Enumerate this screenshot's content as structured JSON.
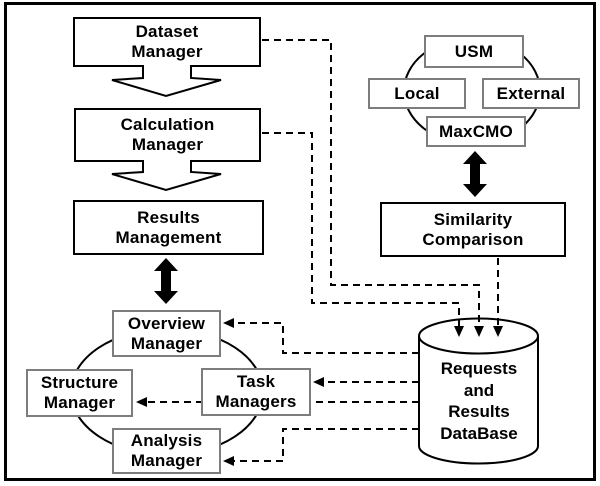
{
  "diagram_title": "",
  "boxes": {
    "dataset": {
      "line1": "Dataset",
      "line2": "Manager"
    },
    "calculation": {
      "line1": "Calculation",
      "line2": "Manager"
    },
    "results": {
      "line1": "Results",
      "line2": "Management"
    },
    "usm": {
      "line1": "USM"
    },
    "local": {
      "line1": "Local"
    },
    "external": {
      "line1": "External"
    },
    "maxcmo": {
      "line1": "MaxCMO"
    },
    "similarity": {
      "line1": "Similarity",
      "line2": "Comparison"
    },
    "overview": {
      "line1": "Overview",
      "line2": "Manager"
    },
    "structure": {
      "line1": "Structure",
      "line2": "Manager"
    },
    "task": {
      "line1": "Task",
      "line2": "Managers"
    },
    "analysis": {
      "line1": "Analysis",
      "line2": "Manager"
    }
  },
  "database": {
    "line1": "Requests",
    "line2": "and",
    "line3": "Results",
    "line4": "DataBase"
  },
  "connections": {
    "solid_flow": [
      "Dataset Manager -> Calculation Manager",
      "Calculation Manager -> Results Management",
      "Results Management <-> Overview Manager",
      "MaxCMO methods <-> Similarity Comparison"
    ],
    "dashed_flow": [
      "Dataset Manager -> Requests and Results DataBase",
      "Calculation Manager -> Requests and Results DataBase",
      "Similarity Comparison -> Requests and Results DataBase",
      "Requests and Results DataBase -> Overview Manager",
      "Requests and Results DataBase -> Task Managers",
      "Requests and Results DataBase -> Structure Manager",
      "Requests and Results DataBase -> Analysis Manager"
    ]
  },
  "colors": {
    "line": "#000000",
    "box_border_strong": "#000000",
    "box_border_light": "#7d7d7d",
    "background": "#ffffff",
    "text": "#000000"
  }
}
